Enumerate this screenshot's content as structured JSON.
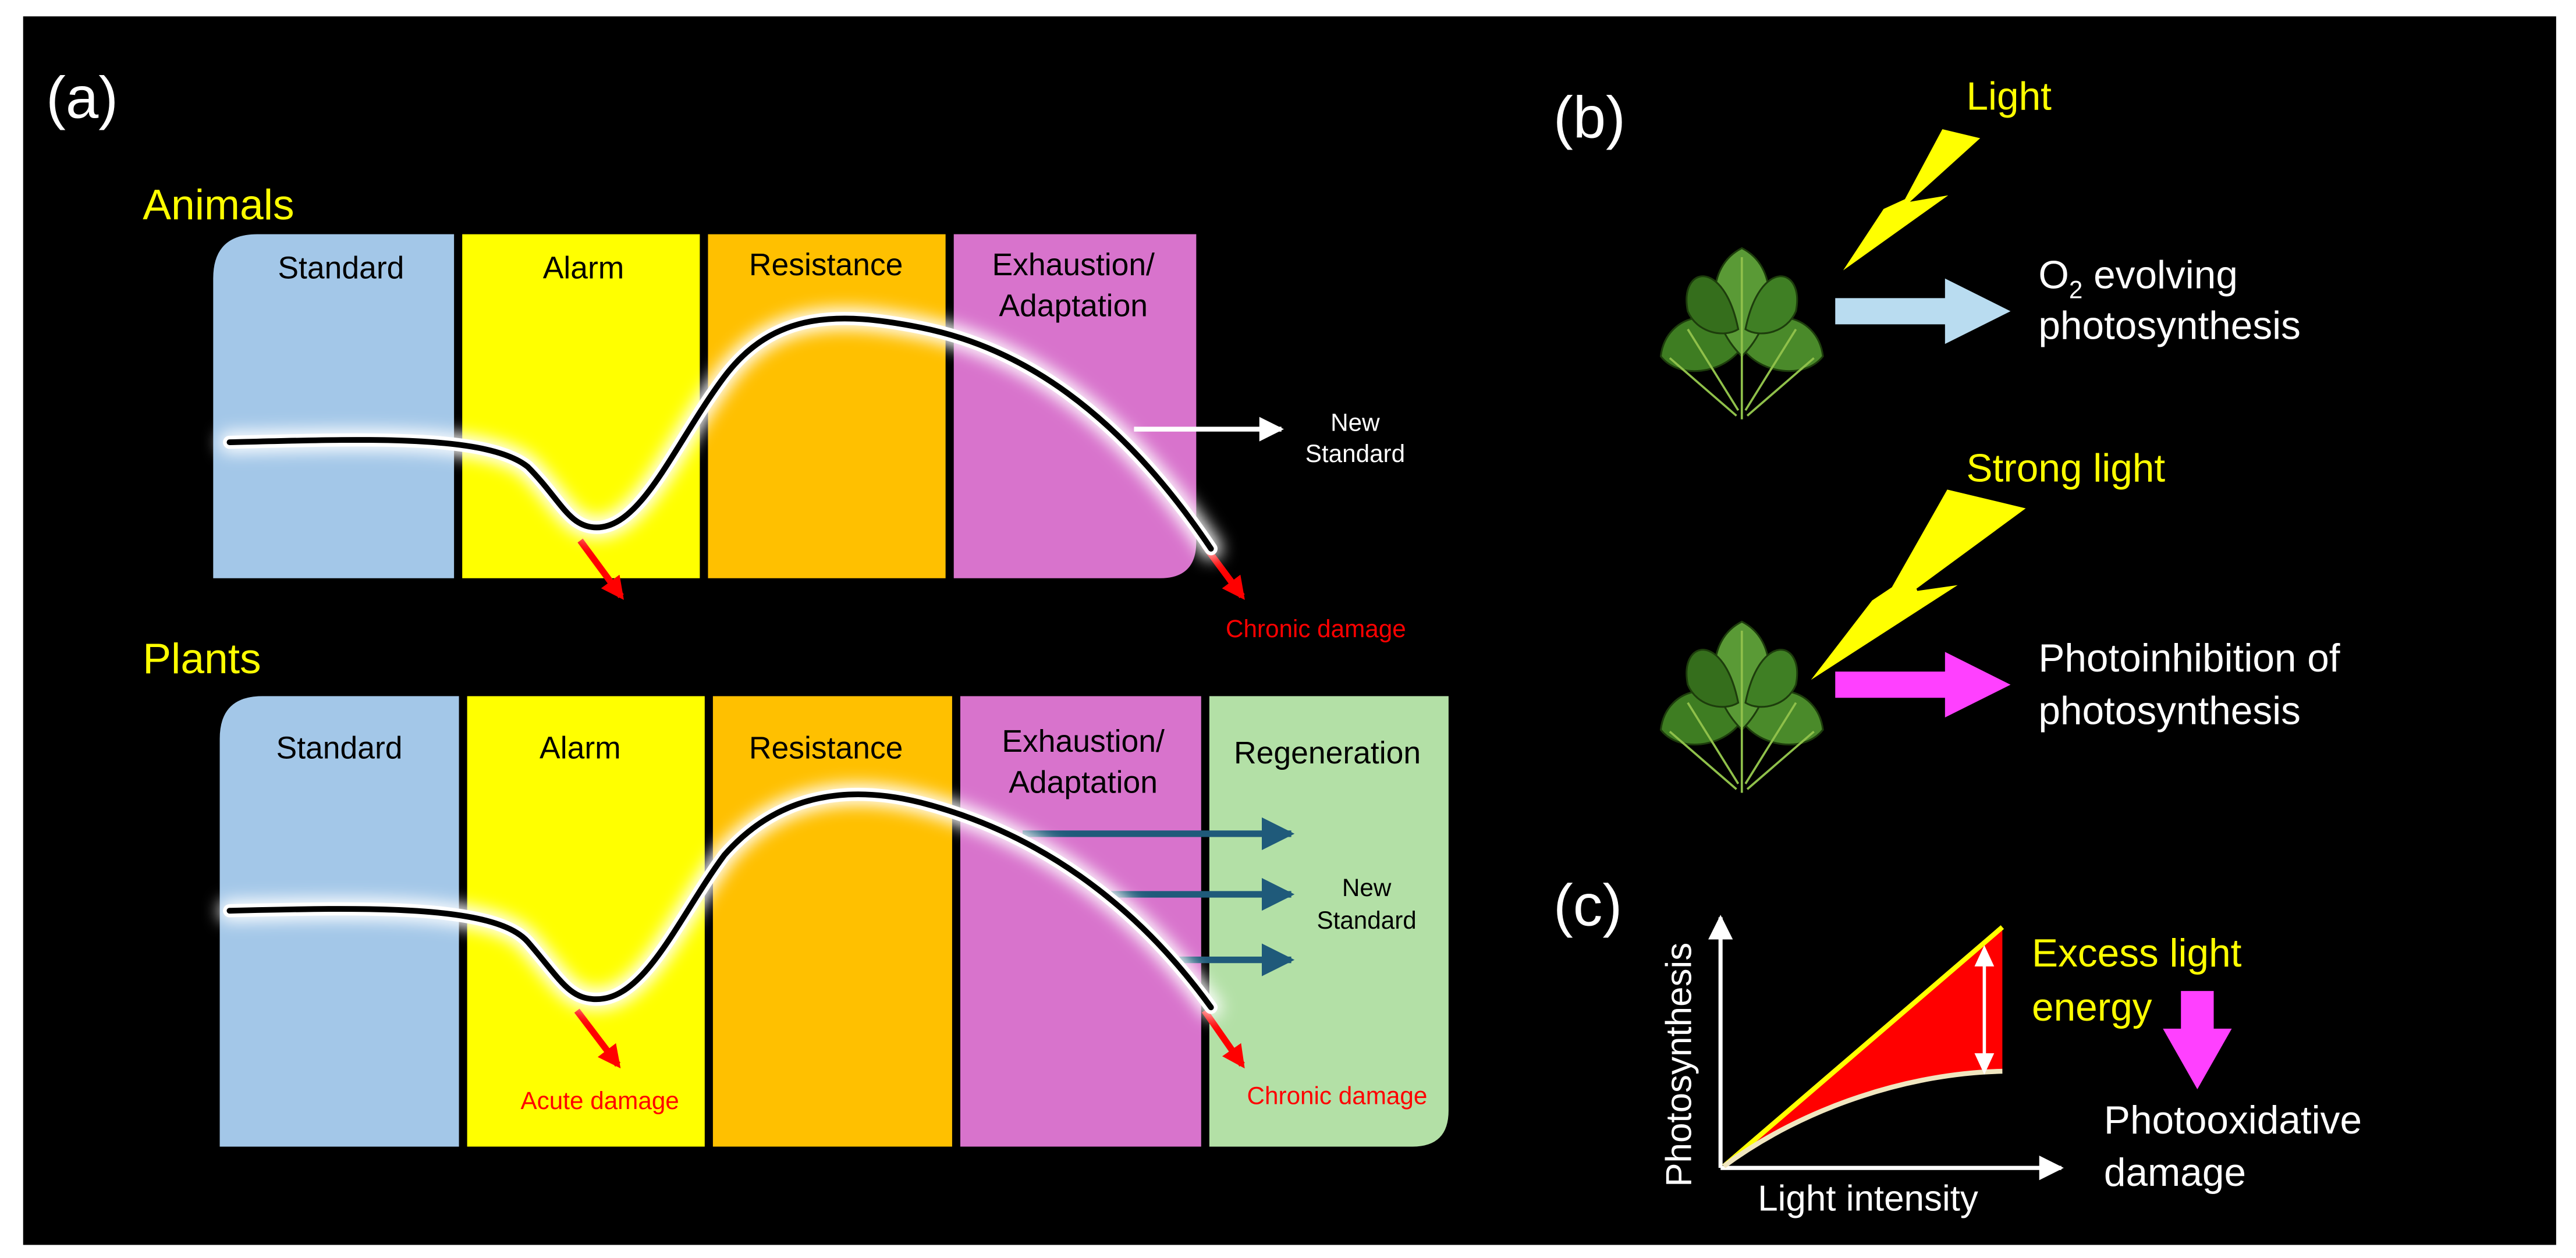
{
  "colors": {
    "background": "#000000",
    "highlight_text": "#ffff00",
    "damage": "#ff0000",
    "standard": "#a3c7e8",
    "alarm": "#ffff00",
    "resistance": "#ffc000",
    "exhaustion": "#d873cc",
    "regeneration": "#b3e0a6",
    "plant_arrow": "#1f5a7a",
    "o2_arrow": "#b9dcf0",
    "inhibition_arrow": "#ff40ff"
  },
  "panel_a": {
    "label": "(a)",
    "animals": {
      "heading": "Animals",
      "phases": [
        "Standard",
        "Alarm",
        "Resistance",
        "Exhaustion/",
        "Adaptation"
      ],
      "new_standard": [
        "New",
        "Standard"
      ],
      "chronic_damage": "Chronic damage"
    },
    "plants": {
      "heading": "Plants",
      "phases": [
        "Standard",
        "Alarm",
        "Resistance",
        "Exhaustion/",
        "Adaptation",
        "Regeneration"
      ],
      "new_standard": [
        "New",
        "Standard"
      ],
      "acute_damage": "Acute damage",
      "chronic_damage": "Chronic damage"
    }
  },
  "panel_b": {
    "label": "(b)",
    "light": "Light",
    "o2_lines": [
      "O",
      "2",
      " evolving",
      "photosynthesis"
    ],
    "strong_light": "Strong light",
    "inhibition_lines": [
      "Photoinhibition of",
      "photosynthesis"
    ]
  },
  "panel_c": {
    "label": "(c)",
    "ylabel": "Photosynthesis",
    "xlabel": "Light intensity",
    "excess_lines": [
      "Excess light",
      "energy"
    ],
    "damage_lines": [
      "Photooxidative",
      "damage"
    ]
  }
}
